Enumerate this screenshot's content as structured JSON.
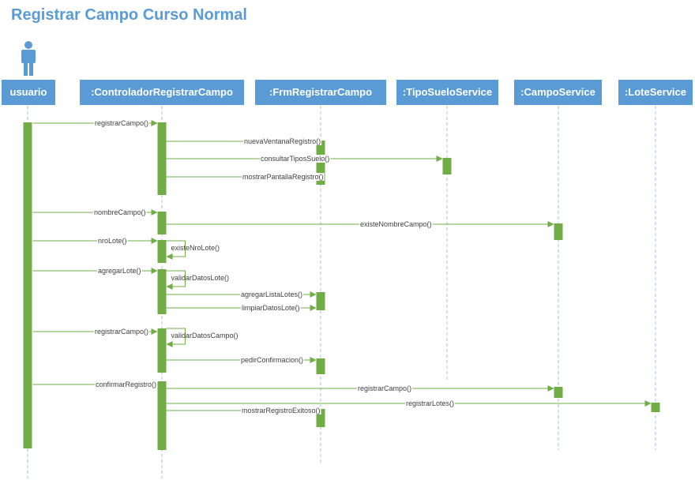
{
  "title": "Registrar Campo Curso Normal",
  "colors": {
    "header": "#5b9bd5",
    "activation": "#70ad47",
    "message": "#70ad47",
    "lifeline": "#9dc3e6",
    "text": "#404040"
  },
  "actor_icon": "person-icon",
  "lifelines": [
    {
      "id": "usuario",
      "label": "usuario"
    },
    {
      "id": "controlador",
      "label": ":ControladorRegistrarCampo"
    },
    {
      "id": "frm",
      "label": ":FrmRegistrarCampo"
    },
    {
      "id": "tiposuelo",
      "label": ":TipoSueloService"
    },
    {
      "id": "campo",
      "label": ":CampoService"
    },
    {
      "id": "lote",
      "label": ":LoteService"
    }
  ],
  "messages": [
    {
      "from": "usuario",
      "to": "controlador",
      "label": "registrarCampo()"
    },
    {
      "from": "controlador",
      "to": "frm",
      "label": "nuevaVentanaRegistro()"
    },
    {
      "from": "controlador",
      "to": "tiposuelo",
      "label": "consultarTiposSuelo()"
    },
    {
      "from": "controlador",
      "to": "frm",
      "label": "mostrarPantallaRegistro()"
    },
    {
      "from": "usuario",
      "to": "controlador",
      "label": "nombreCampo()"
    },
    {
      "from": "controlador",
      "to": "campo",
      "label": "existeNombreCampo()"
    },
    {
      "from": "usuario",
      "to": "controlador",
      "label": "nroLote()"
    },
    {
      "from": "controlador",
      "to": "controlador",
      "label": "existeNroLote()"
    },
    {
      "from": "usuario",
      "to": "controlador",
      "label": "agregarLote()"
    },
    {
      "from": "controlador",
      "to": "controlador",
      "label": "validarDatosLote()"
    },
    {
      "from": "controlador",
      "to": "frm",
      "label": "agregarListaLotes()"
    },
    {
      "from": "controlador",
      "to": "frm",
      "label": "limpiarDatosLote()"
    },
    {
      "from": "usuario",
      "to": "controlador",
      "label": "registrarCampo()"
    },
    {
      "from": "controlador",
      "to": "controlador",
      "label": "validarDatosCampo()"
    },
    {
      "from": "controlador",
      "to": "frm",
      "label": "pedirConfirmacion()"
    },
    {
      "from": "usuario",
      "to": "controlador",
      "label": "confirmarRegistro()"
    },
    {
      "from": "controlador",
      "to": "campo",
      "label": "registrarCampo()"
    },
    {
      "from": "controlador",
      "to": "lote",
      "label": "registrarLotes()"
    },
    {
      "from": "controlador",
      "to": "frm",
      "label": "mostrarRegistroExitoso()"
    }
  ]
}
